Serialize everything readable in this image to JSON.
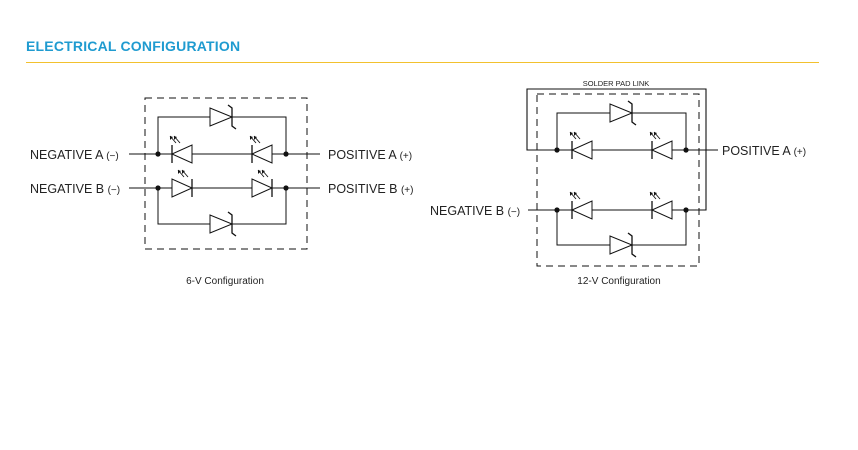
{
  "section": {
    "title": "ELECTRICAL CONFIGURATION"
  },
  "six_v": {
    "caption": "6-V Configuration",
    "neg_a": "NEGATIVE A",
    "neg_b": "NEGATIVE B",
    "pos_a": "POSITIVE A",
    "pos_b": "POSITIVE B",
    "minus": "(−)",
    "plus": "(+)"
  },
  "twelve_v": {
    "caption": "12-V Configuration",
    "solder_link": "SOLDER PAD LINK",
    "pos_a": "POSITIVE A",
    "neg_b": "NEGATIVE B",
    "minus": "(−)",
    "plus": "(+)"
  },
  "colors": {
    "accent": "#1f9bd0",
    "rule": "#f2c12e"
  }
}
